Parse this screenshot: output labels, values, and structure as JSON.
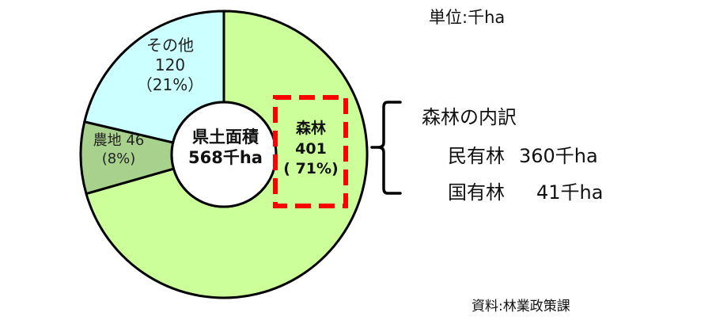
{
  "chart_data": {
    "type": "pie",
    "variant": "donut",
    "title": "",
    "center_label": "県土面積",
    "center_value": "568千ha",
    "unit": "千ha",
    "total": 568,
    "categories": [
      "森林",
      "農地",
      "その他"
    ],
    "values": [
      401,
      46,
      120
    ],
    "percentages": [
      71,
      8,
      21
    ],
    "colors": [
      "#ccff99",
      "#a9d18e",
      "#ccffff"
    ],
    "start_angle_deg": 0,
    "direction": "clockwise",
    "highlighted_category": "森林",
    "annotations": [
      {
        "title": "森林の内訳",
        "items": [
          {
            "label": "民有林",
            "value": 360,
            "unit": "千ha"
          },
          {
            "label": "国有林",
            "value": 41,
            "unit": "千ha"
          }
        ]
      }
    ],
    "source": "資料:林業政策課",
    "legend": "none"
  },
  "labels": {
    "unit": "単位:千ha",
    "source": "資料:林業政策課",
    "center": {
      "title": "県土面積",
      "value": "568千ha"
    },
    "forest": {
      "name": "森林",
      "value": "401",
      "pct": "( 71%)"
    },
    "farm": {
      "line1": "農地 46",
      "pct": "(8%)"
    },
    "other": {
      "name": "その他",
      "value": "120",
      "pct": "（21%）"
    },
    "breakdown": {
      "title": "森林の内訳",
      "rows": [
        {
          "label": "民有林",
          "value": "360千ha"
        },
        {
          "label": "国有林",
          "value": "41千ha"
        }
      ]
    }
  },
  "style": {
    "highlight_color": "#ff0000",
    "outline_color": "#000000"
  }
}
